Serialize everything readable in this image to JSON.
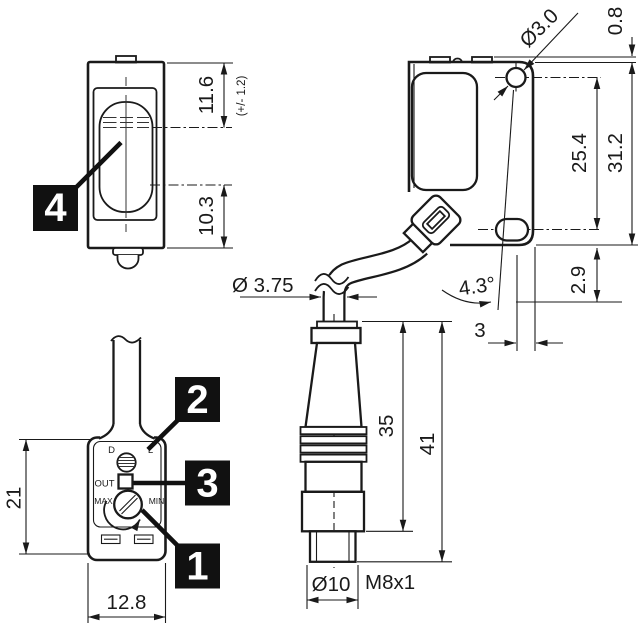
{
  "drawing": {
    "front_view": {
      "beam_top": "11.6",
      "beam_top_tol": "(+/- 1.2)",
      "beam_bottom": "10.3"
    },
    "side_view": {
      "hole_dia": "Ø3.0",
      "tab_height": "0.8",
      "hole_to_slot": "25.4",
      "body_height": "31.2",
      "bottom_offset": "2.9",
      "beam_tilt": "4.3°",
      "beam_offset": "3",
      "cable_dia": "Ø 3.75"
    },
    "bottom_view": {
      "height": "21",
      "width": "12.8",
      "label_d": "D",
      "label_l": "L",
      "label_out": "OUT",
      "label_max": "MAX",
      "label_min": "MIN"
    },
    "connector_view": {
      "connector_len": "35",
      "total_len": "41",
      "nut_dia": "Ø10",
      "thread": "M8x1"
    },
    "callouts": {
      "lens": "4",
      "selector": "2",
      "indicator": "3",
      "adjuster": "1"
    }
  }
}
